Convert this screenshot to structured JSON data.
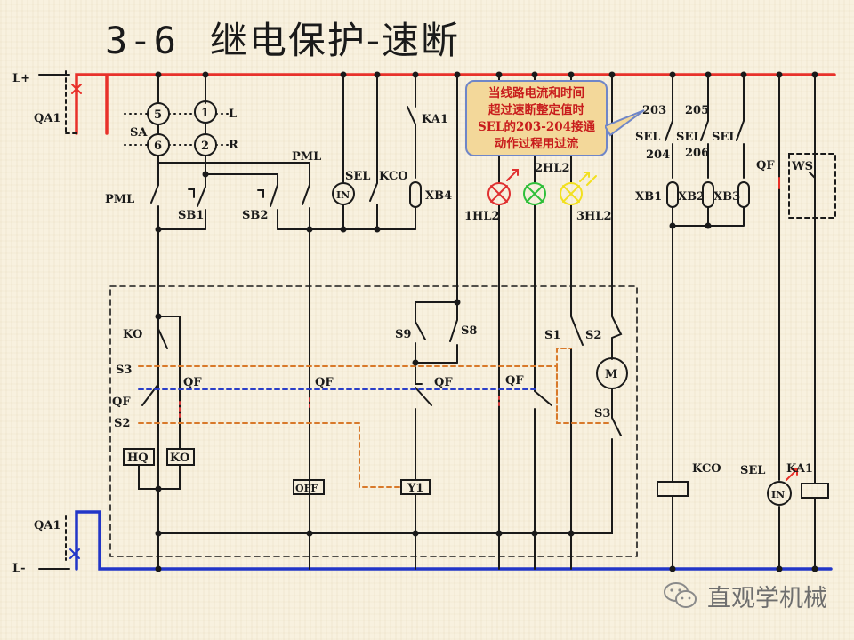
{
  "title": {
    "number": "3-6",
    "text": "继电保护-速断"
  },
  "callout": {
    "lines": [
      "当线路电流和时间",
      "超过速断整定值时",
      "SEL的203-204接通",
      "动作过程用过流"
    ]
  },
  "watermark": {
    "text": "直观学机械"
  },
  "labels": {
    "l_plus": "L+",
    "l_minus": "L-",
    "qa1_top": "QA1",
    "qa1_bottom": "QA1",
    "sa": "SA",
    "sw5": "5",
    "sw1": "1",
    "sw6": "6",
    "sw2": "2",
    "L": "L",
    "R": "R",
    "pml_left": "PML",
    "pml_top": "PML",
    "sb1": "SB1",
    "sb2": "SB2",
    "sel_a": "SEL",
    "kco_a": "KCO",
    "in_a": "IN",
    "xb4": "XB4",
    "ka1_top": "KA1",
    "hl1": "1HL2",
    "hl2": "2HL2",
    "hl3": "3HL2",
    "t203": "203",
    "t205": "205",
    "sel_204": "SEL",
    "t204": "204",
    "sel_206": "SEL",
    "t206": "206",
    "sel_3": "SEL",
    "xb1": "XB1",
    "xb2": "XB2",
    "xb3": "XB3",
    "qf_top": "QF",
    "ws": "WS",
    "ko": "KO",
    "s3_left": "S3",
    "qf_left1": "QF",
    "qf_left2": "QF",
    "s2_left": "S2",
    "hq": "HQ",
    "ko_box": "KO",
    "qf_mid": "QF",
    "off": "OFF",
    "s9": "S9",
    "s8": "S8",
    "qf_mid2": "QF",
    "y1": "Y1",
    "qf_mid3": "QF",
    "s1": "S1",
    "s2_right": "S2",
    "motor": "M",
    "s3_right": "S3",
    "kco_bottom": "KCO",
    "sel_bottom": "SEL",
    "in_bottom": "IN",
    "ka1_bottom": "KA1"
  },
  "colors": {
    "positive_bus": "#e8312a",
    "negative_bus": "#2236c8",
    "wire": "#1a1a1a",
    "dashed_orange": "#d8792a",
    "dashed_blue": "#2a3ec8",
    "dashed_red": "#d63a3a",
    "lamp_red": "#e03030",
    "lamp_green": "#2fbf3a",
    "lamp_yellow": "#f2e020"
  }
}
